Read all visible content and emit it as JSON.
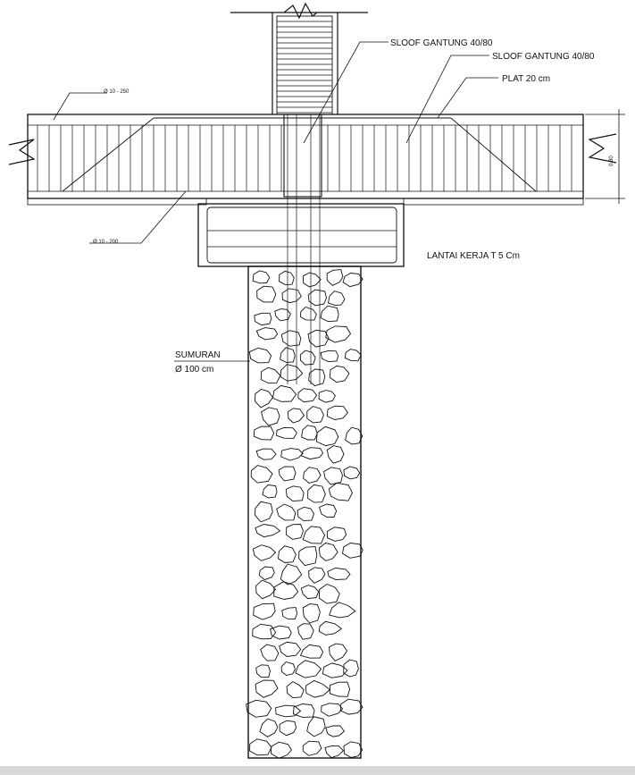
{
  "labels": {
    "sloof_1": "SLOOF GANTUNG 40/80",
    "sloof_2": "SLOOF GANTUNG 40/80",
    "plat": "PLAT 20 cm",
    "rebar_top": "Ø 10 - 250",
    "rebar_bottom": "Ø 10 - 200",
    "dimension": "0.80",
    "lantai_kerja": "LANTAI KERJA T 5 Cm",
    "sumuran_title": "SUMURAN",
    "sumuran_size": "Ø 100 cm"
  },
  "colors": {
    "line": "#111111",
    "background": "#ffffff",
    "fill_concrete": "#f4f4f4",
    "bottom_strip": "#d9d9d9"
  }
}
